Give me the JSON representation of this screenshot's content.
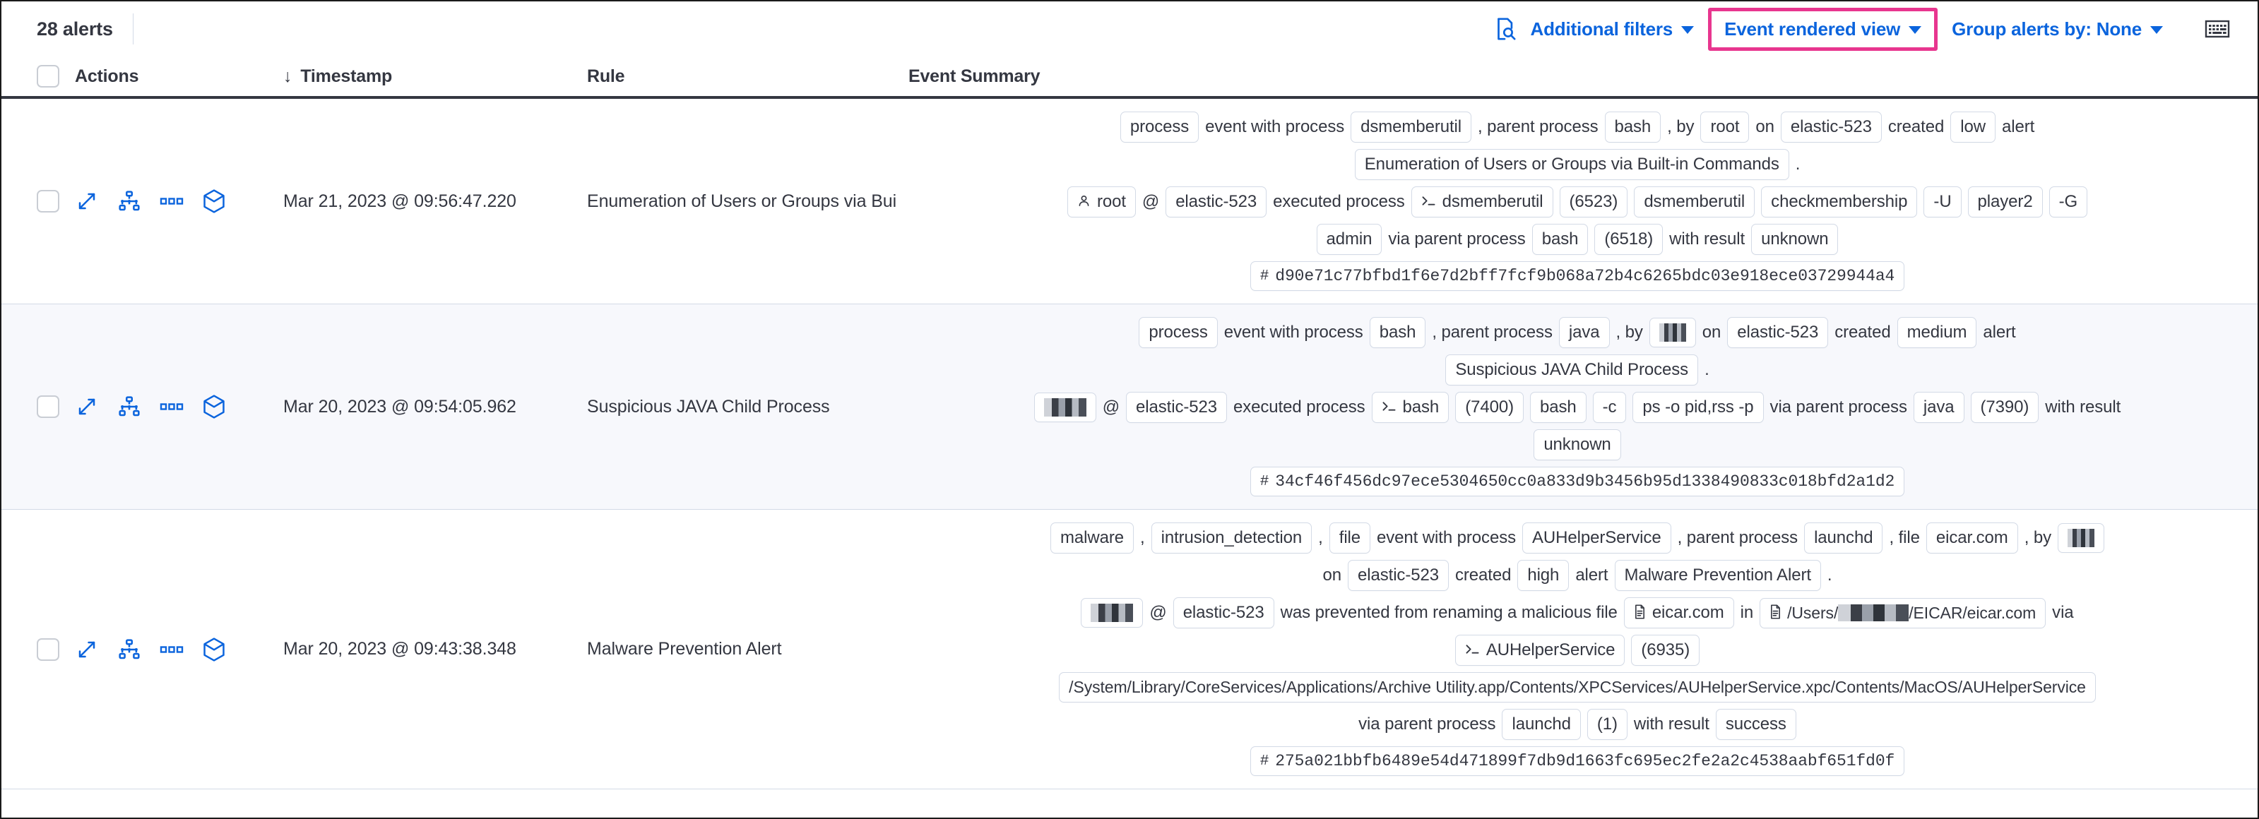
{
  "toolbar": {
    "alert_count": "28 alerts",
    "inspect_icon": "document-search-icon",
    "additional_filters": "Additional filters",
    "event_rendered_view": "Event rendered view",
    "group_alerts_by": "Group alerts by: None",
    "keyboard_icon": "keyboard-icon",
    "highlight_color": "#e8368f",
    "link_color": "#0b64dd"
  },
  "table": {
    "columns": {
      "actions": "Actions",
      "timestamp": "Timestamp",
      "rule": "Rule",
      "event_summary": "Event Summary",
      "sort_arrow": "↓"
    },
    "row_actions": [
      "expand-icon",
      "analyzer-icon",
      "more-actions-icon",
      "session-view-icon"
    ],
    "rows": [
      {
        "timestamp": "Mar 21, 2023 @ 09:56:47.220",
        "rule": "Enumeration of Users or Groups via Bui",
        "striped": false,
        "summary": [
          [
            {
              "t": "pill",
              "v": "process"
            },
            {
              "t": "text",
              "v": "event with process"
            },
            {
              "t": "pill",
              "v": "dsmemberutil"
            },
            {
              "t": "text",
              "v": ", parent process"
            },
            {
              "t": "pill",
              "v": "bash"
            },
            {
              "t": "text",
              "v": ", by"
            },
            {
              "t": "pill",
              "v": "root"
            },
            {
              "t": "text",
              "v": "on"
            },
            {
              "t": "pill",
              "v": "elastic-523"
            },
            {
              "t": "text",
              "v": "created"
            },
            {
              "t": "pill",
              "v": "low"
            },
            {
              "t": "text",
              "v": "alert"
            }
          ],
          [
            {
              "t": "pill",
              "v": "Enumeration of Users or Groups via Built-in Commands"
            },
            {
              "t": "text",
              "v": "."
            }
          ],
          [
            {
              "t": "pill",
              "v": "root",
              "icon": "user-icon"
            },
            {
              "t": "text",
              "v": "@"
            },
            {
              "t": "pill",
              "v": "elastic-523"
            },
            {
              "t": "text",
              "v": "executed process"
            },
            {
              "t": "pill",
              "v": "dsmemberutil",
              "icon": "console-icon"
            },
            {
              "t": "pill",
              "v": "(6523)"
            },
            {
              "t": "pill",
              "v": "dsmemberutil"
            },
            {
              "t": "pill",
              "v": "checkmembership"
            },
            {
              "t": "pill",
              "v": "-U"
            },
            {
              "t": "pill",
              "v": "player2"
            },
            {
              "t": "pill",
              "v": "-G"
            }
          ],
          [
            {
              "t": "pill",
              "v": "admin"
            },
            {
              "t": "text",
              "v": "via parent process"
            },
            {
              "t": "pill",
              "v": "bash"
            },
            {
              "t": "pill",
              "v": "(6518)"
            },
            {
              "t": "text",
              "v": "with result"
            },
            {
              "t": "pill",
              "v": "unknown"
            }
          ],
          [
            {
              "t": "hash",
              "v": "d90e71c77bfbd1f6e7d2bff7fcf9b068a72b4c6265bdc03e918ece03729944a4",
              "icon": "#"
            }
          ]
        ]
      },
      {
        "timestamp": "Mar 20, 2023 @ 09:54:05.962",
        "rule": "Suspicious JAVA Child Process",
        "striped": true,
        "summary": [
          [
            {
              "t": "pill",
              "v": "process"
            },
            {
              "t": "text",
              "v": "event with process"
            },
            {
              "t": "pill",
              "v": "bash"
            },
            {
              "t": "text",
              "v": ", parent process"
            },
            {
              "t": "pill",
              "v": "java"
            },
            {
              "t": "text",
              "v": ", by"
            },
            {
              "t": "redact",
              "w": 1
            },
            {
              "t": "text",
              "v": "on"
            },
            {
              "t": "pill",
              "v": "elastic-523"
            },
            {
              "t": "text",
              "v": "created"
            },
            {
              "t": "pill",
              "v": "medium"
            },
            {
              "t": "text",
              "v": "alert"
            }
          ],
          [
            {
              "t": "pill",
              "v": "Suspicious JAVA Child Process"
            },
            {
              "t": "text",
              "v": "."
            }
          ],
          [
            {
              "t": "redact",
              "w": 2
            },
            {
              "t": "text",
              "v": "@"
            },
            {
              "t": "pill",
              "v": "elastic-523"
            },
            {
              "t": "text",
              "v": "executed process"
            },
            {
              "t": "pill",
              "v": "bash",
              "icon": "console-icon"
            },
            {
              "t": "pill",
              "v": "(7400)"
            },
            {
              "t": "pill",
              "v": "bash"
            },
            {
              "t": "pill",
              "v": "-c"
            },
            {
              "t": "pill",
              "v": "ps -o pid,rss -p"
            },
            {
              "t": "text",
              "v": "via parent process"
            },
            {
              "t": "pill",
              "v": "java"
            },
            {
              "t": "pill",
              "v": "(7390)"
            },
            {
              "t": "text",
              "v": "with result"
            }
          ],
          [
            {
              "t": "pill",
              "v": "unknown"
            }
          ],
          [
            {
              "t": "hash",
              "v": "34cf46f456dc97ece5304650cc0a833d9b3456b95d1338490833c018bfd2a1d2",
              "icon": "#"
            }
          ]
        ]
      },
      {
        "timestamp": "Mar 20, 2023 @ 09:43:38.348",
        "rule": "Malware Prevention Alert",
        "striped": false,
        "summary": [
          [
            {
              "t": "pill",
              "v": "malware"
            },
            {
              "t": "text",
              "v": ","
            },
            {
              "t": "pill",
              "v": "intrusion_detection"
            },
            {
              "t": "text",
              "v": ","
            },
            {
              "t": "pill",
              "v": "file"
            },
            {
              "t": "text",
              "v": "event with process"
            },
            {
              "t": "pill",
              "v": "AUHelperService"
            },
            {
              "t": "text",
              "v": ", parent process"
            },
            {
              "t": "pill",
              "v": "launchd"
            },
            {
              "t": "text",
              "v": ", file"
            },
            {
              "t": "pill",
              "v": "eicar.com"
            },
            {
              "t": "text",
              "v": ", by"
            },
            {
              "t": "redact",
              "w": 1
            }
          ],
          [
            {
              "t": "text",
              "v": "on"
            },
            {
              "t": "pill",
              "v": "elastic-523"
            },
            {
              "t": "text",
              "v": "created"
            },
            {
              "t": "pill",
              "v": "high"
            },
            {
              "t": "text",
              "v": "alert"
            },
            {
              "t": "pill",
              "v": "Malware Prevention Alert"
            },
            {
              "t": "text",
              "v": "."
            }
          ],
          [
            {
              "t": "redact",
              "w": 2
            },
            {
              "t": "text",
              "v": "@"
            },
            {
              "t": "pill",
              "v": "elastic-523"
            },
            {
              "t": "text",
              "v": "was prevented from renaming a malicious file"
            },
            {
              "t": "pill",
              "v": "eicar.com",
              "icon": "file-icon"
            },
            {
              "t": "text",
              "v": "in"
            },
            {
              "t": "pillredact",
              "pre": "/Users/",
              "post": "/EICAR/eicar.com",
              "icon": "file-icon"
            },
            {
              "t": "text",
              "v": "via"
            }
          ],
          [
            {
              "t": "pill",
              "v": "AUHelperService",
              "icon": "console-icon"
            },
            {
              "t": "pill",
              "v": "(6935)"
            }
          ],
          [
            {
              "t": "pill",
              "v": "/System/Library/CoreServices/Applications/Archive Utility.app/Contents/XPCServices/AUHelperService.xpc/Contents/MacOS/AUHelperService",
              "cls": "path"
            }
          ],
          [
            {
              "t": "text",
              "v": "via parent process"
            },
            {
              "t": "pill",
              "v": "launchd"
            },
            {
              "t": "pill",
              "v": "(1)"
            },
            {
              "t": "text",
              "v": "with result"
            },
            {
              "t": "pill",
              "v": "success"
            }
          ],
          [
            {
              "t": "hash",
              "v": "275a021bbfb6489e54d471899f7db9d1663fc695ec2fe2a2c4538aabf651fd0f",
              "icon": "#"
            }
          ]
        ]
      }
    ]
  }
}
